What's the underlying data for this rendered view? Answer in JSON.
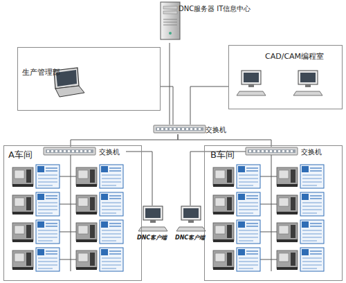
{
  "diagram": {
    "nodes": [
      {
        "text": [
          "DNC服务器 IT信息中心"
        ]
      },
      {
        "text": [
          "生产管理部"
        ]
      },
      {
        "text": [
          "CAD/CAM编程室"
        ]
      },
      {
        "text": [
          "交换机"
        ]
      },
      {
        "text": [
          "A车间"
        ]
      },
      {
        "text": [
          "交换机"
        ],
        "in": 4
      },
      {
        "text": [
          "B车间"
        ]
      },
      {
        "text": [
          "交换机"
        ],
        "in": 6
      },
      {
        "text": [
          "DNC客户端"
        ]
      },
      {
        "text": [
          "DNC客户端"
        ]
      }
    ],
    "edges": [
      {
        "from": 0,
        "to": 3,
        "arrow": "none"
      },
      {
        "from": 1,
        "to": 3,
        "arrow": "none"
      },
      {
        "from": 2,
        "to": 3,
        "arrow": "none"
      },
      {
        "from": 3,
        "to": 5,
        "arrow": "none"
      },
      {
        "from": 3,
        "to": 7,
        "arrow": "none"
      },
      {
        "from": 5,
        "to": 8,
        "arrow": "none"
      },
      {
        "from": 7,
        "to": 9,
        "arrow": "none"
      }
    ]
  }
}
